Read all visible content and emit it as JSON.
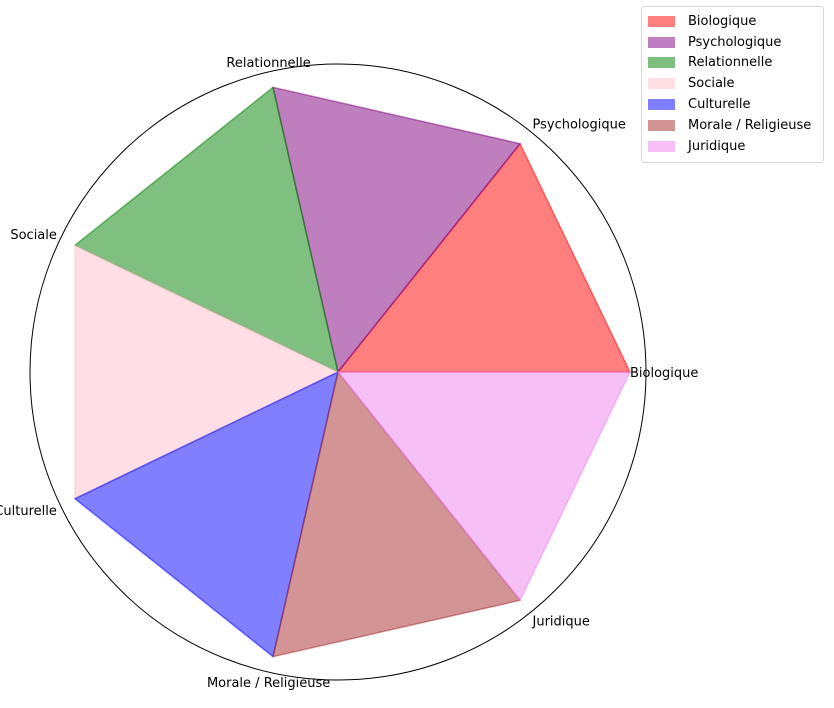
{
  "chart_data": {
    "type": "radar",
    "categories": [
      "Biologique",
      "Psychologique",
      "Relationnelle",
      "Sociale",
      "Culturelle",
      "Morale / Religieuse",
      "Juridique"
    ],
    "series": [
      {
        "name": "Biologique",
        "values": [
          1,
          1,
          0,
          0,
          0,
          0,
          0
        ],
        "color": "#ff0000"
      },
      {
        "name": "Psychologique",
        "values": [
          0,
          1,
          1,
          0,
          0,
          0,
          0
        ],
        "color": "#800080"
      },
      {
        "name": "Relationnelle",
        "values": [
          0,
          0,
          1,
          1,
          0,
          0,
          0
        ],
        "color": "#008000"
      },
      {
        "name": "Sociale",
        "values": [
          0,
          0,
          0,
          1,
          1,
          0,
          0
        ],
        "color": "#ffc0cb"
      },
      {
        "name": "Culturelle",
        "values": [
          0,
          0,
          0,
          0,
          1,
          1,
          0
        ],
        "color": "#0000ff"
      },
      {
        "name": "Morale / Religieuse",
        "values": [
          0,
          0,
          0,
          0,
          0,
          1,
          1
        ],
        "color": "#a52a2a"
      },
      {
        "name": "Juridique",
        "values": [
          1,
          0,
          0,
          0,
          0,
          0,
          1
        ],
        "color": "#ee82ee"
      }
    ],
    "rlim": [
      0,
      1
    ],
    "fill_alpha": 0.5,
    "grid": false,
    "legend_position": "top-right"
  }
}
